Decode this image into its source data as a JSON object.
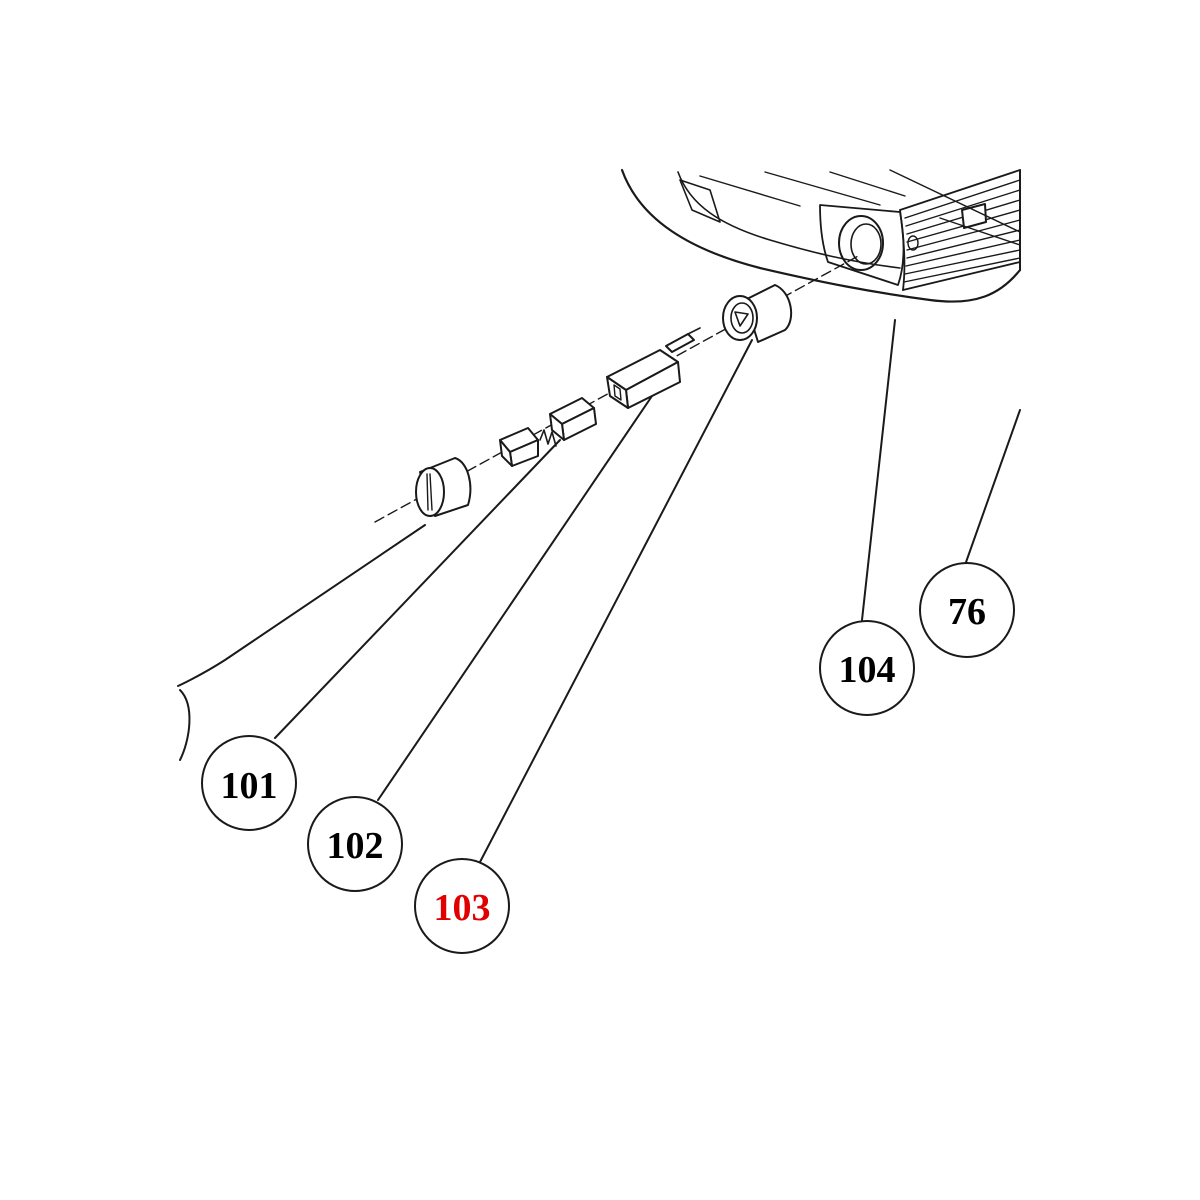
{
  "callouts": [
    {
      "id": "c101",
      "label": "101",
      "color": "#000000",
      "highlighted": false
    },
    {
      "id": "c102",
      "label": "102",
      "color": "#000000",
      "highlighted": false
    },
    {
      "id": "c103",
      "label": "103",
      "color": "#e00000",
      "highlighted": true
    },
    {
      "id": "c104",
      "label": "104",
      "color": "#000000",
      "highlighted": false
    },
    {
      "id": "c76",
      "label": "76",
      "color": "#000000",
      "highlighted": false
    }
  ],
  "colors": {
    "line": "#1a1a1a",
    "highlight": "#e00000",
    "background": "#ffffff"
  }
}
